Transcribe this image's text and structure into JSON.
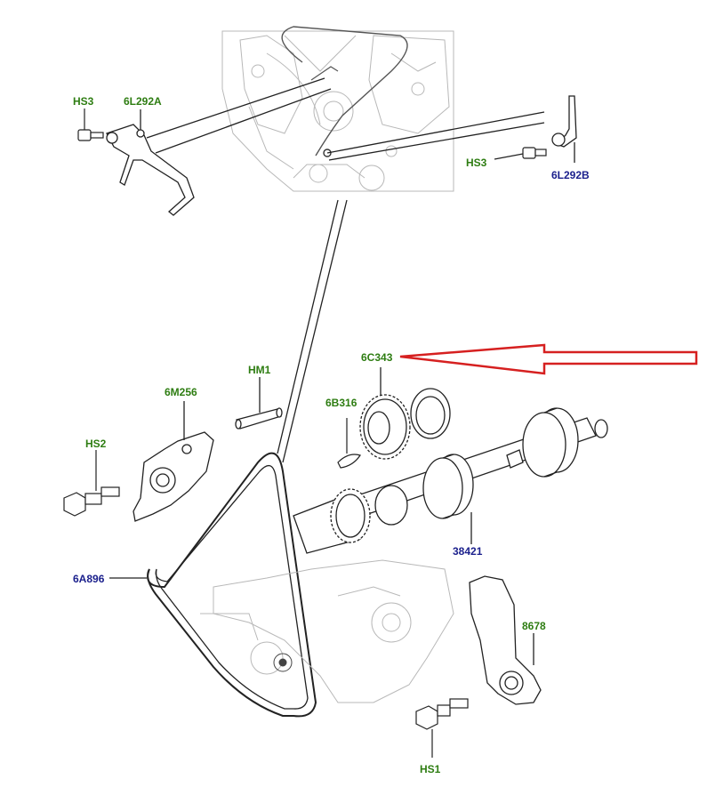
{
  "colors": {
    "label_green": "#2e7d12",
    "label_blue": "#1a1f8c",
    "arrow_red": "#d62020",
    "line_dark": "#222222",
    "ghost_gray": "#bdbdbd"
  },
  "labels": {
    "hs3_left": "HS3",
    "l292a": "6L292A",
    "hs3_right": "HS3",
    "l292b": "6L292B",
    "c343": "6C343",
    "hm1": "HM1",
    "m256": "6M256",
    "b316": "6B316",
    "hs2": "HS2",
    "a896": "6A896",
    "p38421": "38421",
    "p8678": "8678",
    "hs1": "HS1"
  },
  "callout": {
    "target": "6C343",
    "indicator": "red-outline-arrow"
  }
}
